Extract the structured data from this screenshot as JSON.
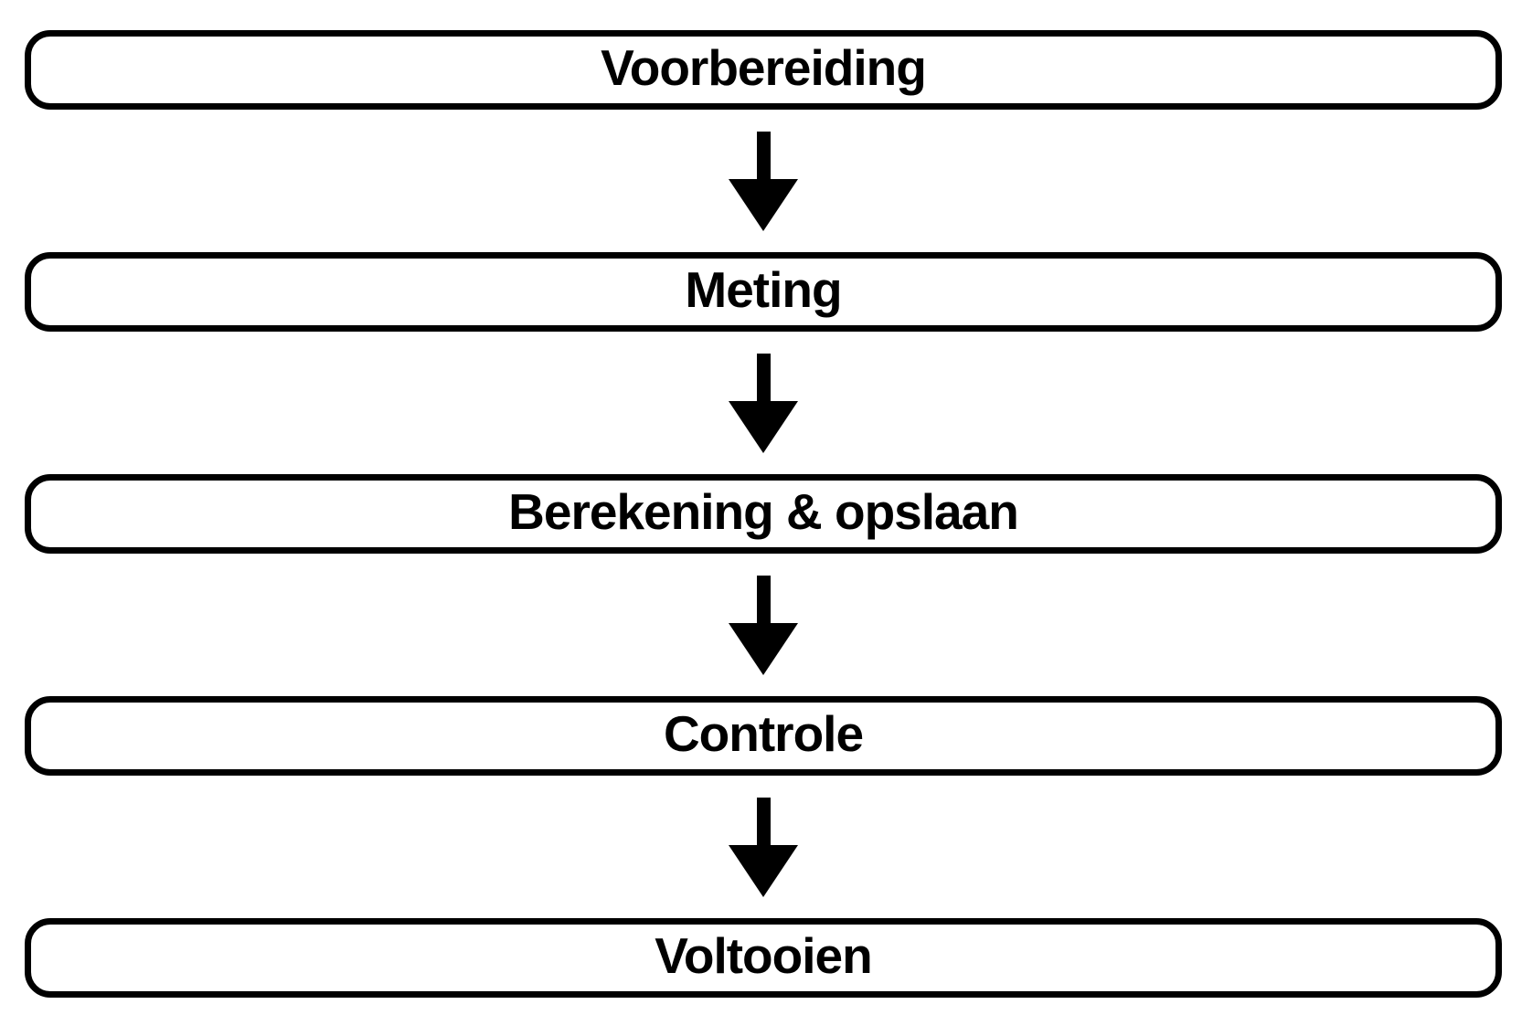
{
  "diagram": {
    "type": "flowchart",
    "orientation": "vertical",
    "background_color": "#ffffff",
    "node_border_color": "#000000",
    "node_fill_color": "#ffffff",
    "text_color": "#000000",
    "connector_icon": "down-arrow",
    "connector_color": "#000000",
    "steps": [
      {
        "label": "Voorbereiding"
      },
      {
        "label": "Meting"
      },
      {
        "label": "Berekening & opslaan"
      },
      {
        "label": "Controle"
      },
      {
        "label": "Voltooien"
      }
    ]
  }
}
